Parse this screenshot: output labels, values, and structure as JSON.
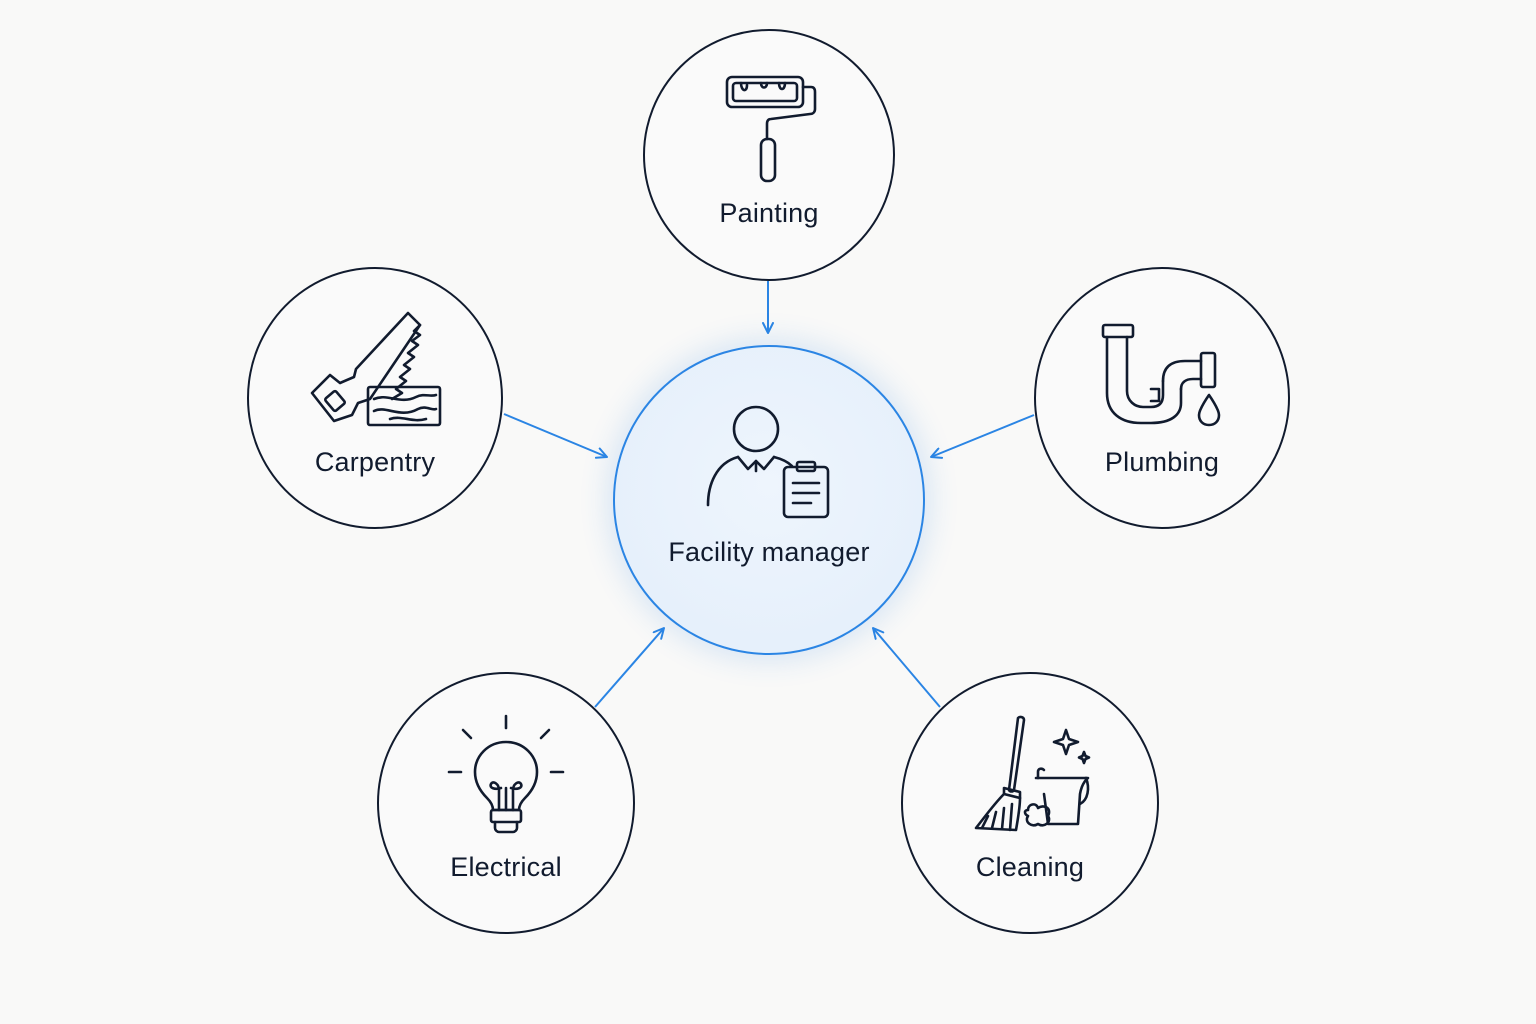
{
  "diagram": {
    "center": {
      "label": "Facility manager",
      "icon": "facility-manager-clipboard-icon"
    },
    "nodes": [
      {
        "id": "painting",
        "label": "Painting",
        "icon": "paint-roller-icon"
      },
      {
        "id": "carpentry",
        "label": "Carpentry",
        "icon": "saw-wood-icon"
      },
      {
        "id": "plumbing",
        "label": "Plumbing",
        "icon": "pipe-drop-icon"
      },
      {
        "id": "electrical",
        "label": "Electrical",
        "icon": "light-bulb-icon"
      },
      {
        "id": "cleaning",
        "label": "Cleaning",
        "icon": "broom-bucket-icon"
      }
    ],
    "edges": [
      {
        "from": "painting",
        "to": "center"
      },
      {
        "from": "carpentry",
        "to": "center"
      },
      {
        "from": "plumbing",
        "to": "center"
      },
      {
        "from": "electrical",
        "to": "center"
      },
      {
        "from": "cleaning",
        "to": "center"
      }
    ],
    "colors": {
      "accent": "#2b85e4",
      "stroke": "#111b2e",
      "center_fill": "#e8f1fb",
      "background": "#f9f9f8"
    }
  }
}
